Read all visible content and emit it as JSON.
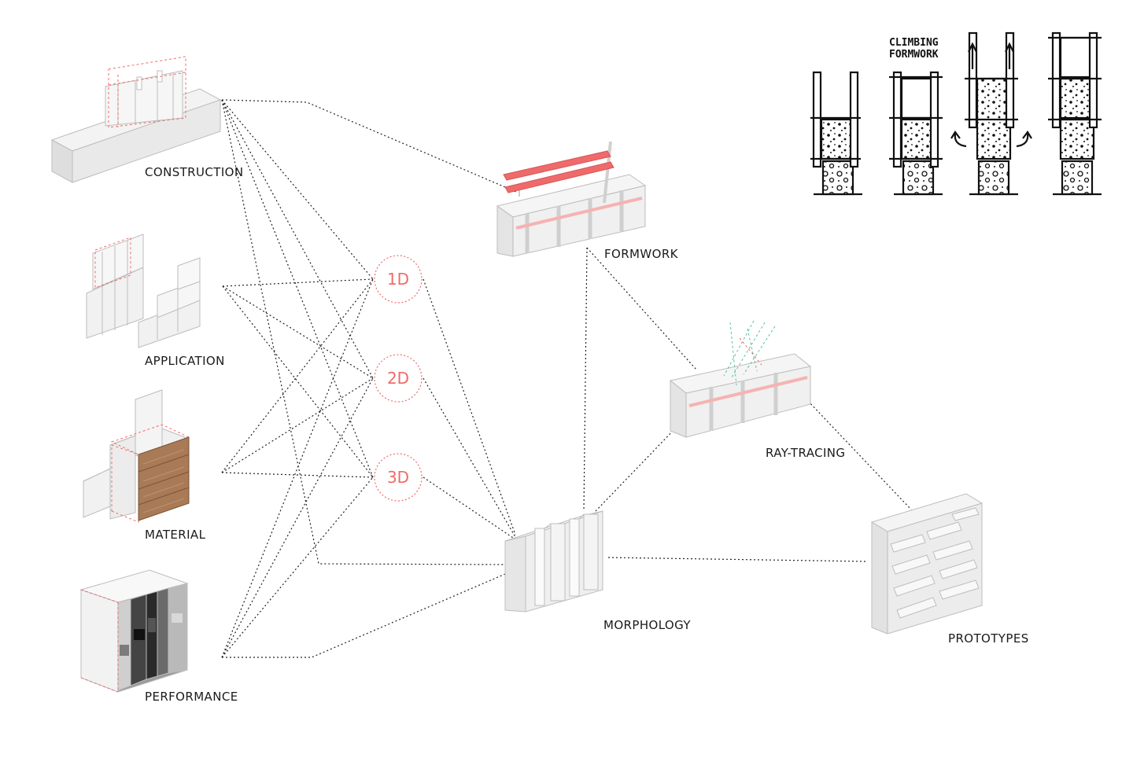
{
  "nodes": {
    "construction": "CONSTRUCTION",
    "application": "APPLICATION",
    "material": "MATERIAL",
    "performance": "PERFORMANCE",
    "formwork": "FORMWORK",
    "ray_tracing": "RAY-TRACING",
    "morphology": "MORPHOLOGY",
    "prototypes": "PROTOTYPES"
  },
  "dimensions": [
    "1D",
    "2D",
    "3D"
  ],
  "inset": {
    "title_line1": "CLIMBING",
    "title_line2": "FORMWORK"
  },
  "colors": {
    "accent": "#ef6b6b",
    "line": "#222222",
    "block": "#ececec",
    "wood": "#a97a56"
  }
}
